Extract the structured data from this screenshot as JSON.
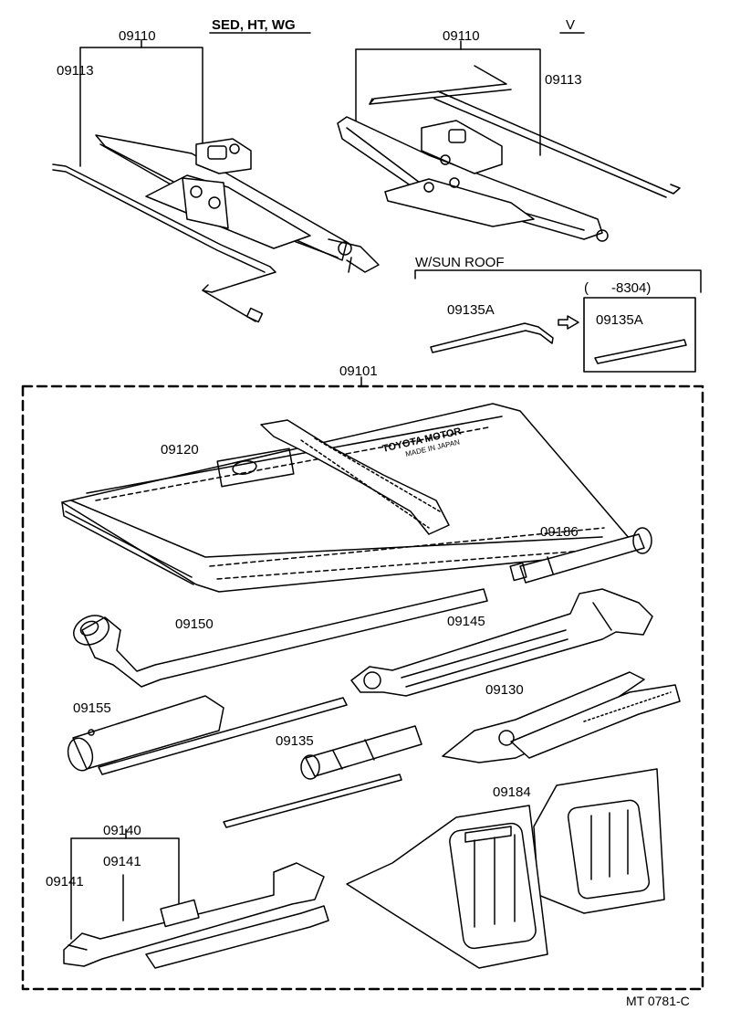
{
  "variants": {
    "sedan": "SED, HT, WG",
    "van": "V",
    "sunroof": "W/SUN ROOF",
    "sunroof_period": "(      -8304)"
  },
  "parts": {
    "jack_sedan": "09110",
    "handle_sedan": "09113",
    "jack_van": "09110",
    "handle_van": "09113",
    "sunroof_handle": "09135A",
    "sunroof_handle_old": "09135A",
    "tool_set": "09101",
    "tool_bag": "09120",
    "extension_bar": "09186",
    "lug_wrench": "09150",
    "adjustable_wrench": "09145",
    "spark_plug_wrench": "09155",
    "pliers": "09130",
    "screwdriver": "09135",
    "wheel_chocks": "09184",
    "wrench_set": "09140",
    "wrench_a": "09141",
    "wrench_b": "09141"
  },
  "bag_text": {
    "line1": "TOYOTA MOTOR",
    "line2": "MADE IN JAPAN"
  },
  "figure_id": "MT 0781-C"
}
